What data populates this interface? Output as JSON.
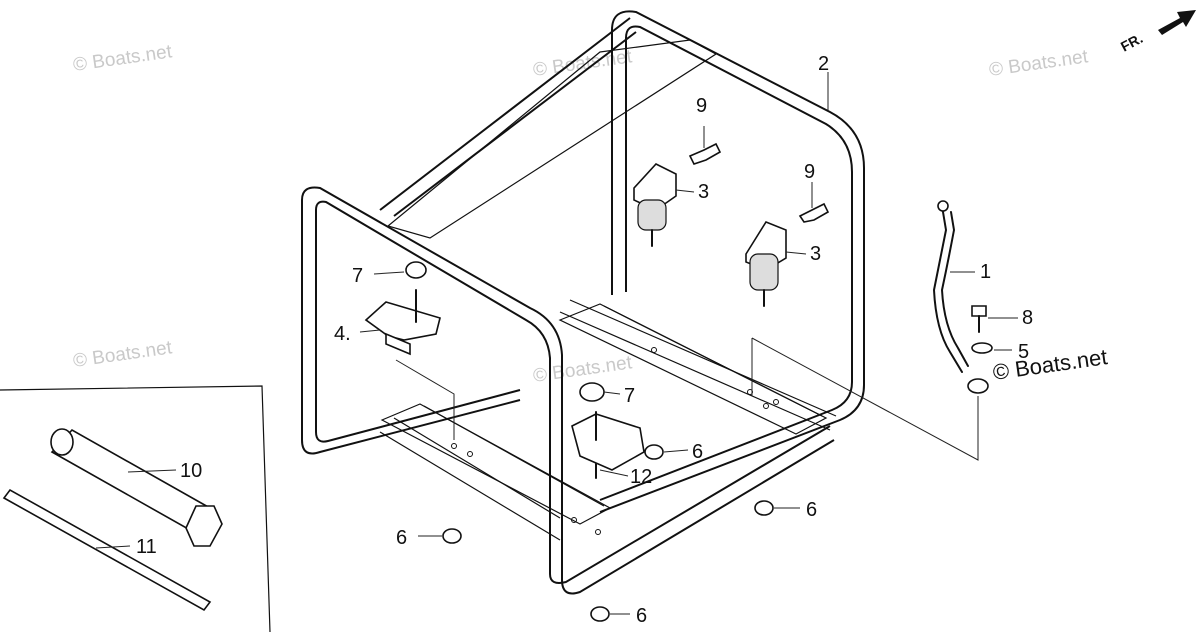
{
  "watermarks": {
    "top_left": "© Boats.net",
    "top_center": "© Boats.net",
    "top_right": "© Boats.net",
    "mid_left": "© Boats.net",
    "mid_center": "© Boats.net",
    "right_label": "© Boats.net"
  },
  "direction_marker": {
    "label": "FR.",
    "icon": "arrow-icon"
  },
  "callouts": {
    "c1": "1",
    "c2": "2",
    "c3a": "3",
    "c3b": "3",
    "c4": "4.",
    "c5": "5",
    "c6a": "6",
    "c6b": "6",
    "c6c": "6",
    "c6d": "6",
    "c7a": "7",
    "c7b": "7",
    "c8": "8",
    "c9a": "9",
    "c9b": "9",
    "c10": "10",
    "c11": "11",
    "c12": "12"
  }
}
